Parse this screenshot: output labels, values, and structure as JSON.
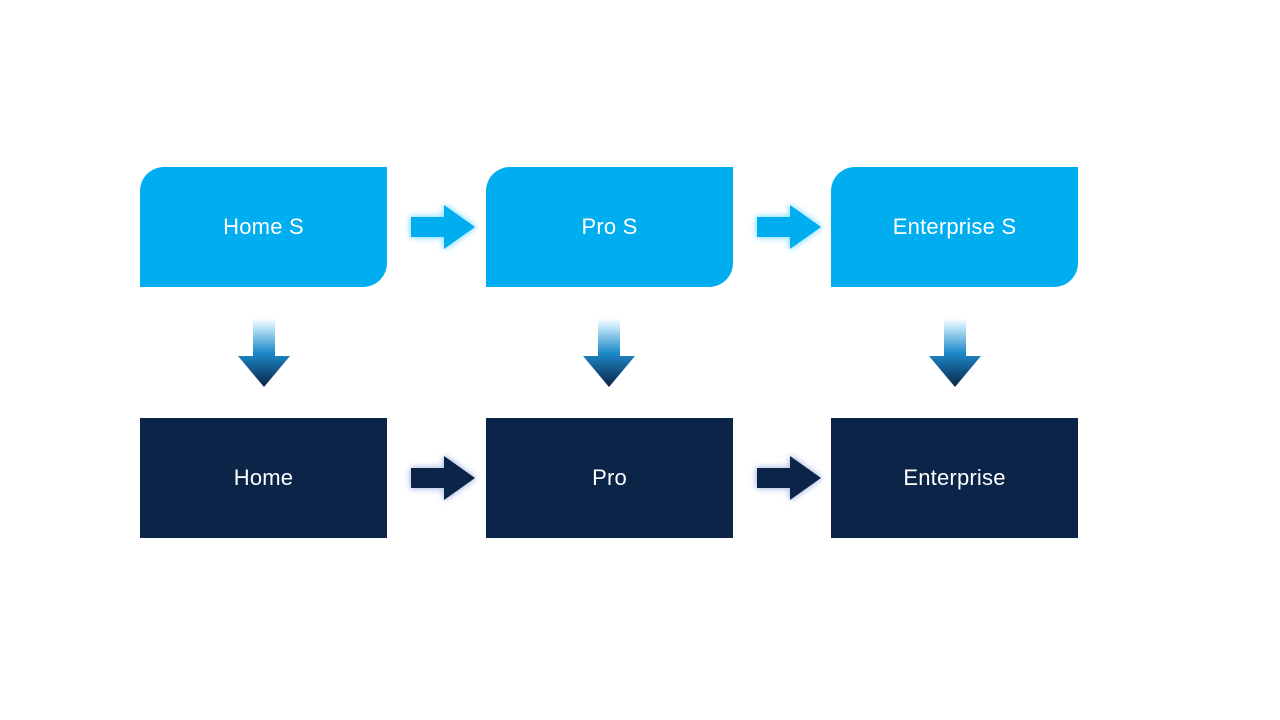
{
  "background": "#FFFFFF",
  "top_nodes": [
    {
      "label": "Home S"
    },
    {
      "label": "Pro S"
    },
    {
      "label": "Enterprise S"
    }
  ],
  "bottom_nodes": [
    {
      "label": "Home"
    },
    {
      "label": "Pro"
    },
    {
      "label": "Enterprise"
    }
  ],
  "edges": [
    {
      "from": "Home S",
      "to": "Pro S",
      "direction": "right",
      "style": "light-blue-glow"
    },
    {
      "from": "Pro S",
      "to": "Enterprise S",
      "direction": "right",
      "style": "light-blue-glow"
    },
    {
      "from": "Home S",
      "to": "Home",
      "direction": "down",
      "style": "gradient"
    },
    {
      "from": "Pro S",
      "to": "Pro",
      "direction": "down",
      "style": "gradient"
    },
    {
      "from": "Enterprise S",
      "to": "Enterprise",
      "direction": "down",
      "style": "gradient"
    },
    {
      "from": "Home",
      "to": "Pro",
      "direction": "right",
      "style": "navy-glow"
    },
    {
      "from": "Pro",
      "to": "Enterprise",
      "direction": "right",
      "style": "navy-glow"
    }
  ],
  "colors": {
    "top_box_fill": "#00AEEF",
    "bottom_box_fill": "#0C2448",
    "label_text": "#FFFFFF",
    "light_arrow_fill": "#00AEEF",
    "light_arrow_glow": "#8ADEFF",
    "dark_arrow_fill": "#0C2448",
    "dark_arrow_glow": "#B3C2E6",
    "down_arrow_gradient_top": "#FFFFFF",
    "down_arrow_gradient_mid": "#1D8BCB",
    "down_arrow_gradient_bottom": "#0A2348"
  }
}
